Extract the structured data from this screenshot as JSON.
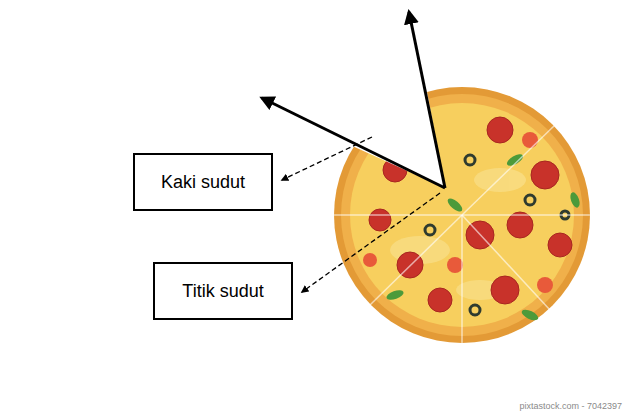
{
  "diagram": {
    "nodes": [
      {
        "text": [
          "Kaki sudut"
        ]
      },
      {
        "text": [
          "Titik sudut"
        ]
      }
    ],
    "labels": [
      "pixtastock.com - 7042397"
    ]
  }
}
